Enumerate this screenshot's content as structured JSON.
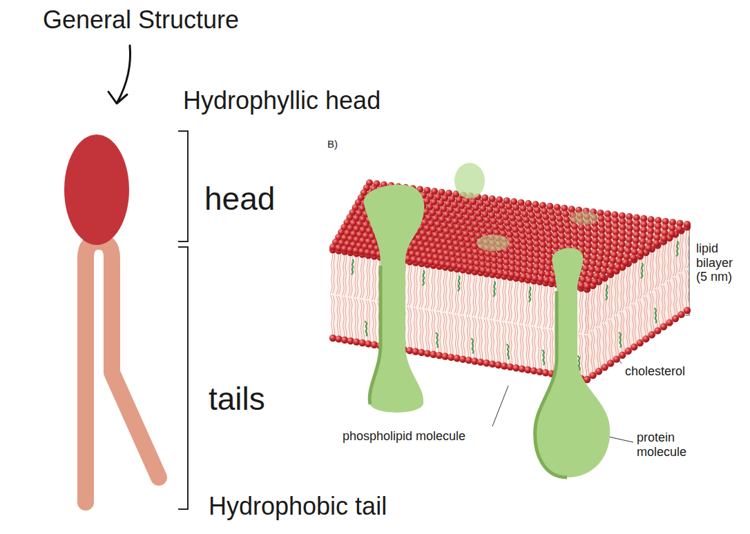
{
  "diagram": {
    "labels": [
      "General Structure",
      "Hydrophyllic head",
      "head",
      "tails",
      "Hydrophobic tail",
      "B)",
      "lipid bilayer (5 nm)",
      "cholesterol",
      "phospholipid molecule",
      "protein molecule"
    ]
  }
}
